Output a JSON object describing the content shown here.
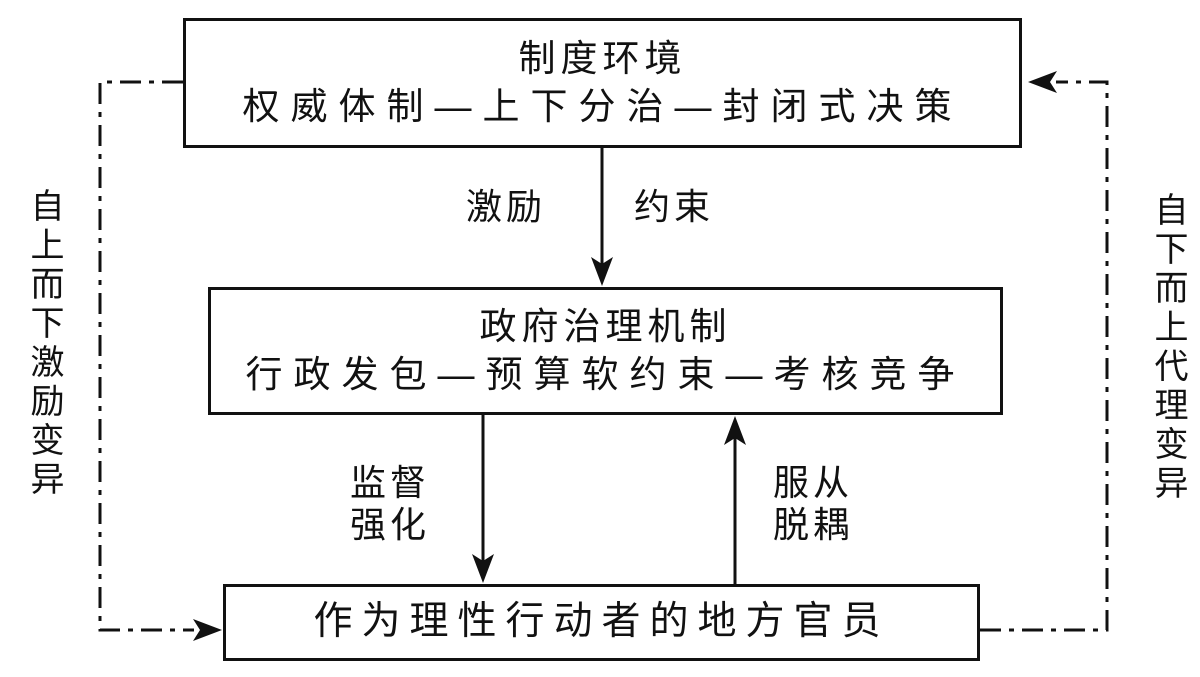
{
  "boxes": {
    "top": {
      "line1": "制度环境",
      "line2": "权威体制—上下分治—封闭式决策"
    },
    "middle": {
      "line1": "政府治理机制",
      "line2": "行政发包—预算软约束—考核竞争"
    },
    "bottom": {
      "line1": "作为理性行动者的地方官员"
    }
  },
  "arrows": {
    "incentive_label": "激励",
    "constraint_label": "约束",
    "supervision_label": {
      "line1": "监督",
      "line2": "强化"
    },
    "compliance_label": {
      "line1": "服从",
      "line2": "脱耦"
    }
  },
  "feedback": {
    "left_label": "自上而下激励变异",
    "right_label": "自下而上代理变异"
  },
  "colors": {
    "ink": "#111111",
    "background": "#ffffff"
  }
}
